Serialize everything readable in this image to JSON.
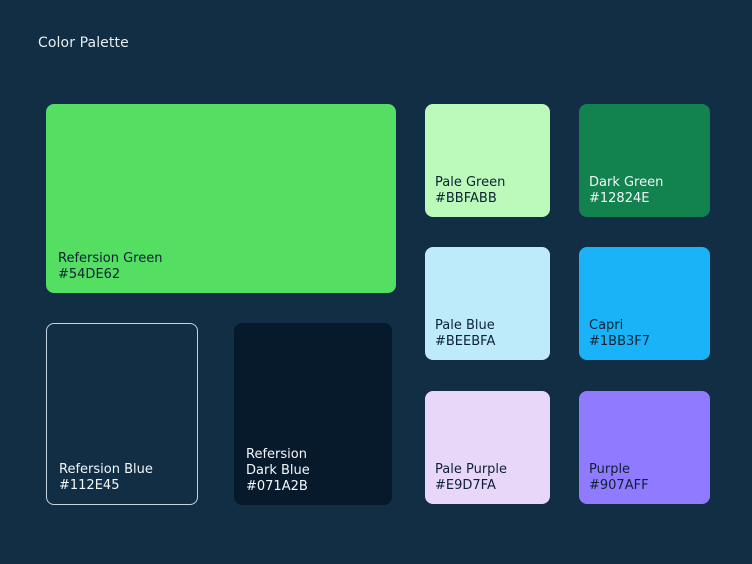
{
  "page": {
    "title": "Color Palette"
  },
  "swatches": [
    {
      "id": "refersion-green",
      "name": "Refersion Green",
      "hex": "#54DE62",
      "color": "#54DE62"
    },
    {
      "id": "refersion-blue",
      "name": "Refersion Blue",
      "hex": "#112E45",
      "color": "#112E45"
    },
    {
      "id": "refersion-dark-blue",
      "name": "Refersion\nDark Blue",
      "hex": "#071A2B",
      "color": "#071A2B"
    },
    {
      "id": "pale-green",
      "name": "Pale Green",
      "hex": "#BBFABB",
      "color": "#BBFABB"
    },
    {
      "id": "dark-green",
      "name": "Dark Green",
      "hex": "#12824E",
      "color": "#12824E"
    },
    {
      "id": "pale-blue",
      "name": "Pale Blue",
      "hex": "#BEEBFA",
      "color": "#BEEBFA"
    },
    {
      "id": "capri",
      "name": "Capri",
      "hex": "#1BB3F7",
      "color": "#1BB3F7"
    },
    {
      "id": "pale-purple",
      "name": "Pale Purple",
      "hex": "#E9D7FA",
      "color": "#E9D7FA"
    },
    {
      "id": "purple",
      "name": "Purple",
      "hex": "#907AFF",
      "color": "#907AFF"
    }
  ],
  "theme": {
    "background": "#112E45",
    "outline": "#C8D5E0"
  }
}
